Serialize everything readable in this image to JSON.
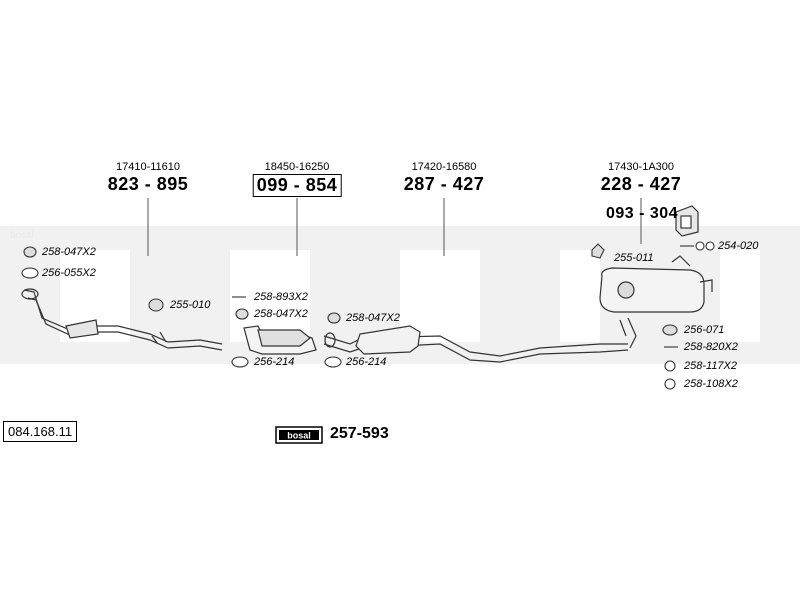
{
  "reference_number": "084.168.11",
  "brand_logo_text": "bosal",
  "watermark_text": "bosal",
  "kit": {
    "label": "257-593"
  },
  "assemblies": [
    {
      "oe": "17410-11610",
      "part": "823 - 895"
    },
    {
      "oe": "18450-16250",
      "part": "099 - 854"
    },
    {
      "oe": "17420-16580",
      "part": "287 - 427"
    },
    {
      "oe": "17430-1A300",
      "part": "228 - 427"
    }
  ],
  "hanger": {
    "part": "093 - 304"
  },
  "callouts": [
    "258-047X2",
    "256-055X2",
    "255-010",
    "258-893X2",
    "258-047X2",
    "256-214",
    "258-047X2",
    "256-214",
    "255-011",
    "254-020",
    "256-071",
    "258-820X2",
    "258-117X2",
    "258-108X2"
  ]
}
